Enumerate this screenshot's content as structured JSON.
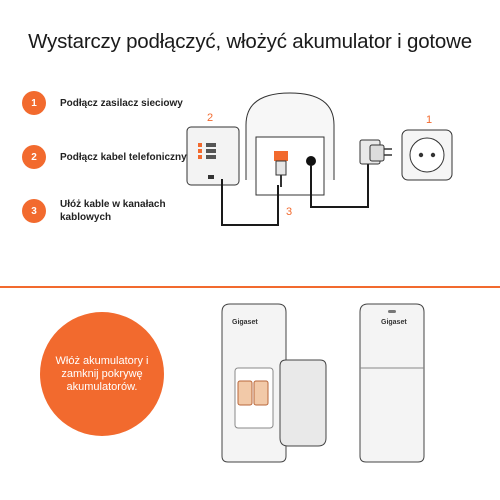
{
  "title": "Wystarczy podłączyć, włożyć akumulator i gotowe",
  "steps": [
    {
      "number": "1",
      "text": "Podłącz zasilacz sieciowy"
    },
    {
      "number": "2",
      "text": "Podłącz kabel telefoniczny"
    },
    {
      "number": "3",
      "text": "Ułóż kable w kanałach kablowych"
    }
  ],
  "diagram_labels": {
    "socket": "1",
    "wall_jack": "2",
    "channel": "3"
  },
  "battery_instruction": "Włóż akumulatory i zamknij pokrywę akumulatorów.",
  "brand_front": "Gigaset",
  "brand_back": "Gigaset",
  "colors": {
    "accent": "#f26a2e",
    "line": "#1a1a1a",
    "device": "#f2f2f2"
  }
}
